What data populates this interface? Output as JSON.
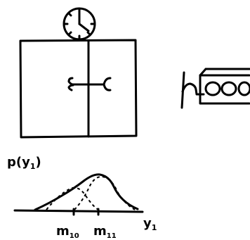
{
  "diagram": {
    "ink_color": "#000000",
    "background_color": "#ffffff",
    "labels": {
      "density": "p(y",
      "density_sub": "1",
      "density_close": ")",
      "axis": "y",
      "axis_sub": "1",
      "mean_0": "m",
      "mean_0_sub": "10",
      "mean_1": "m",
      "mean_1_sub": "11"
    },
    "icons": [
      "clock-icon",
      "box-icon",
      "door-bar-icon",
      "sensor-icon"
    ]
  }
}
